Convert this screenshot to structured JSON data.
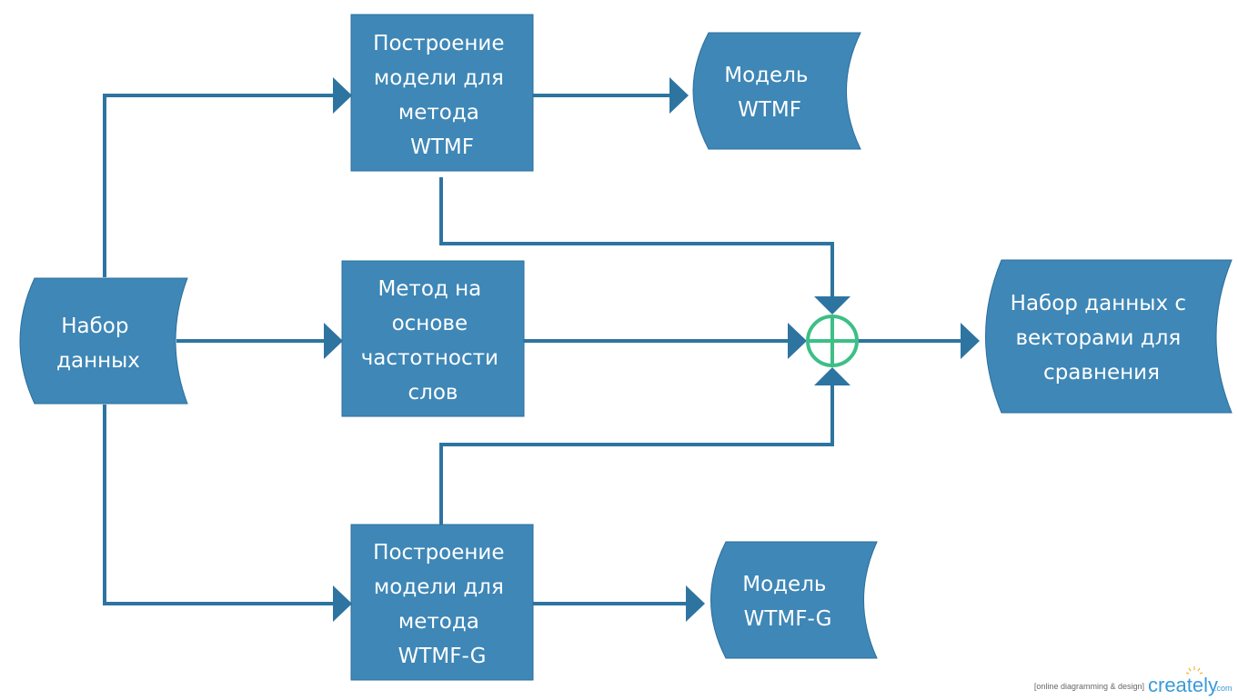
{
  "colors": {
    "node_fill": "#3e87b7",
    "node_stroke": "#2c6f9c",
    "connector": "#2e74a1",
    "merge_symbol": "#3dbf86",
    "text": "#ffffff"
  },
  "nodes": {
    "dataset": {
      "lines": [
        "Набор",
        "данных"
      ]
    },
    "build_wtmf": {
      "lines": [
        "Построение",
        "модели для",
        "метода",
        "WTMF"
      ]
    },
    "model_wtmf": {
      "lines": [
        "Модель",
        "WTMF"
      ]
    },
    "word_frequency": {
      "lines": [
        "Метод на",
        "основе",
        "частотности",
        "слов"
      ]
    },
    "result_dataset": {
      "lines": [
        "Набор данных с",
        "векторами для",
        "сравнения"
      ]
    },
    "build_wtmfg": {
      "lines": [
        "Построение",
        "модели для",
        "метода",
        "WTMF-G"
      ]
    },
    "model_wtmfg": {
      "lines": [
        "Модель",
        "WTMF-G"
      ]
    }
  },
  "merge": {
    "icon": "summing-junction-icon"
  },
  "footer": {
    "tagline": "[online diagramming & design]",
    "brand": "creately",
    "brand_suffix": ".com"
  }
}
